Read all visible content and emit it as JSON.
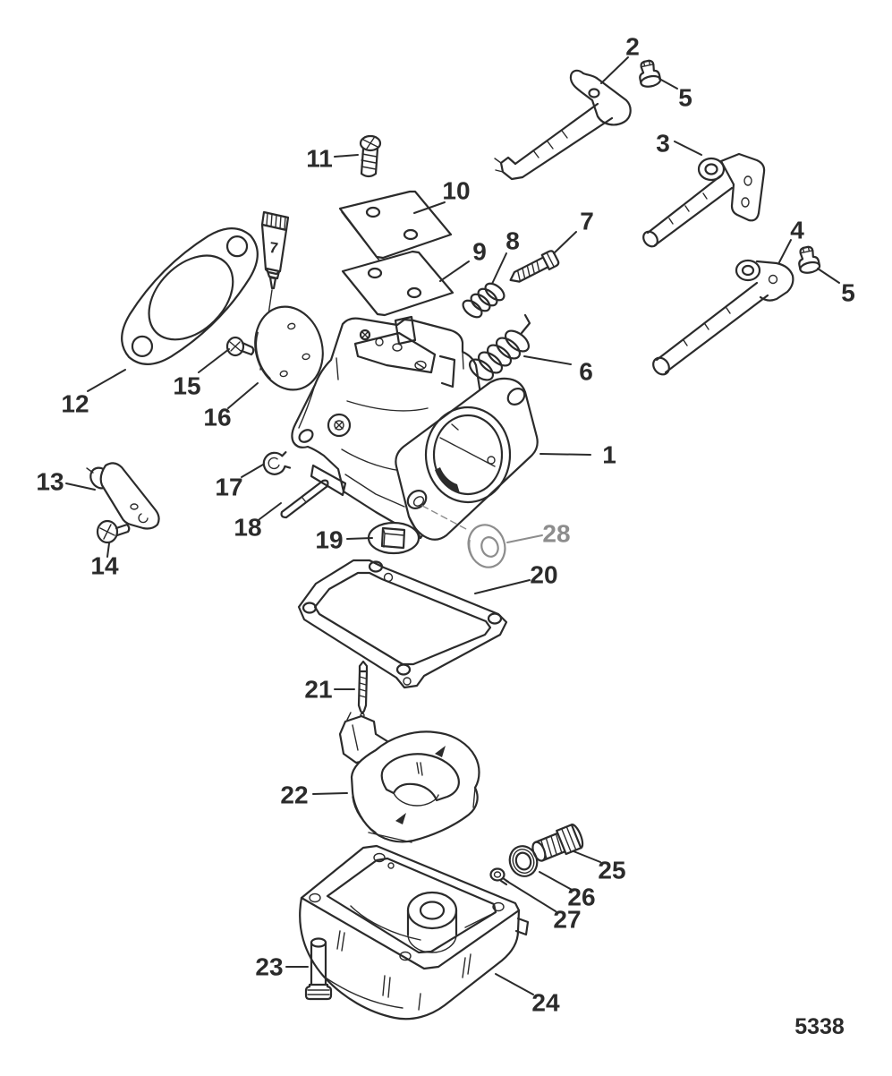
{
  "figure": {
    "type": "exploded-parts-diagram",
    "drawing_number": "5338"
  },
  "colors": {
    "line": "#2b2b2b",
    "muted": "#8d8d8d",
    "background": "#ffffff"
  },
  "sealant_tube_label": "7",
  "parts": [
    {
      "num": "1"
    },
    {
      "num": "2"
    },
    {
      "num": "3"
    },
    {
      "num": "4"
    },
    {
      "num": "5"
    },
    {
      "num": "6"
    },
    {
      "num": "7"
    },
    {
      "num": "8"
    },
    {
      "num": "9"
    },
    {
      "num": "10"
    },
    {
      "num": "11"
    },
    {
      "num": "12"
    },
    {
      "num": "13"
    },
    {
      "num": "14"
    },
    {
      "num": "15"
    },
    {
      "num": "16"
    },
    {
      "num": "17"
    },
    {
      "num": "18"
    },
    {
      "num": "19"
    },
    {
      "num": "20"
    },
    {
      "num": "21"
    },
    {
      "num": "22"
    },
    {
      "num": "23"
    },
    {
      "num": "24"
    },
    {
      "num": "25"
    },
    {
      "num": "26"
    },
    {
      "num": "27"
    },
    {
      "num": "28"
    }
  ]
}
